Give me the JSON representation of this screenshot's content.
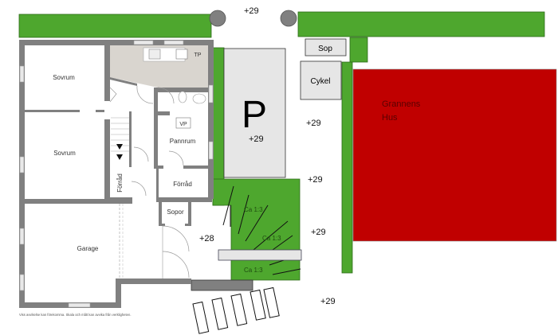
{
  "colors": {
    "hedge": "#4ea72e",
    "neighbor_house": "#c00000",
    "walls": "#808080",
    "wet_room": "#d9d5cf",
    "boxes": "#e6e6e6"
  },
  "rooms": {
    "sovrum_1": "Sovrum",
    "sovrum_2": "Sovrum",
    "tp": "TP",
    "vp": "VP",
    "pannrum": "Pannrum",
    "forrad_left": "Förråd",
    "forrad_right": "Förråd",
    "sopor": "Sopor",
    "garage": "Garage"
  },
  "site": {
    "parking": "P",
    "sop": "Sop",
    "cykel": "Cykel",
    "neighbor_line1": "Grannens",
    "neighbor_line2": "Hus",
    "slope_1": "Ca 1:3",
    "slope_2": "Ca 1:3",
    "slope_3": "Ca 1:3"
  },
  "levels": {
    "top": "+29",
    "parking": "+29",
    "right_1": "+29",
    "right_2": "+29",
    "right_3": "+29",
    "bottom": "+29",
    "entrance": "+28"
  },
  "disclaimer": "Viss avvikelse kan förekomma. Skala och mått kan avvika från verkligheten."
}
